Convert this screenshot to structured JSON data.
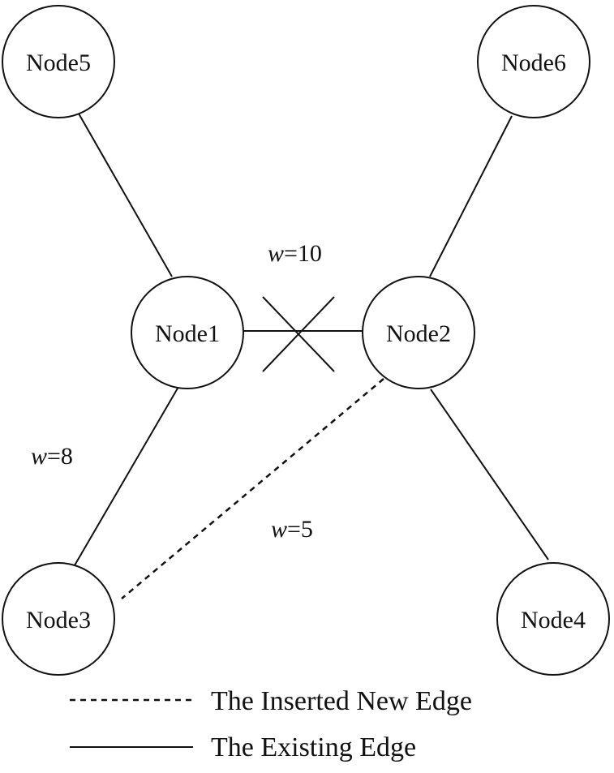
{
  "nodes": [
    {
      "id": "node5",
      "label": "Node5"
    },
    {
      "id": "node6",
      "label": "Node6"
    },
    {
      "id": "node1",
      "label": "Node1"
    },
    {
      "id": "node2",
      "label": "Node2"
    },
    {
      "id": "node3",
      "label": "Node3"
    },
    {
      "id": "node4",
      "label": "Node4"
    }
  ],
  "edges": [
    {
      "from": "Node5",
      "to": "Node1",
      "type": "existing"
    },
    {
      "from": "Node6",
      "to": "Node2",
      "type": "existing"
    },
    {
      "from": "Node1",
      "to": "Node2",
      "type": "existing",
      "weight": "w=10",
      "removed": true
    },
    {
      "from": "Node1",
      "to": "Node3",
      "type": "existing",
      "weight": "w=8"
    },
    {
      "from": "Node2",
      "to": "Node4",
      "type": "existing"
    },
    {
      "from": "Node2",
      "to": "Node3",
      "type": "new",
      "weight": "w=5"
    }
  ],
  "weights": {
    "w10": {
      "var": "w",
      "value": "=10"
    },
    "w8": {
      "var": "w",
      "value": "=8"
    },
    "w5": {
      "var": "w",
      "value": "=5"
    }
  },
  "legend": {
    "new_edge": "The Inserted New Edge",
    "existing_edge": "The Existing Edge"
  },
  "colors": {
    "stroke": "#111111",
    "background": "#ffffff"
  }
}
